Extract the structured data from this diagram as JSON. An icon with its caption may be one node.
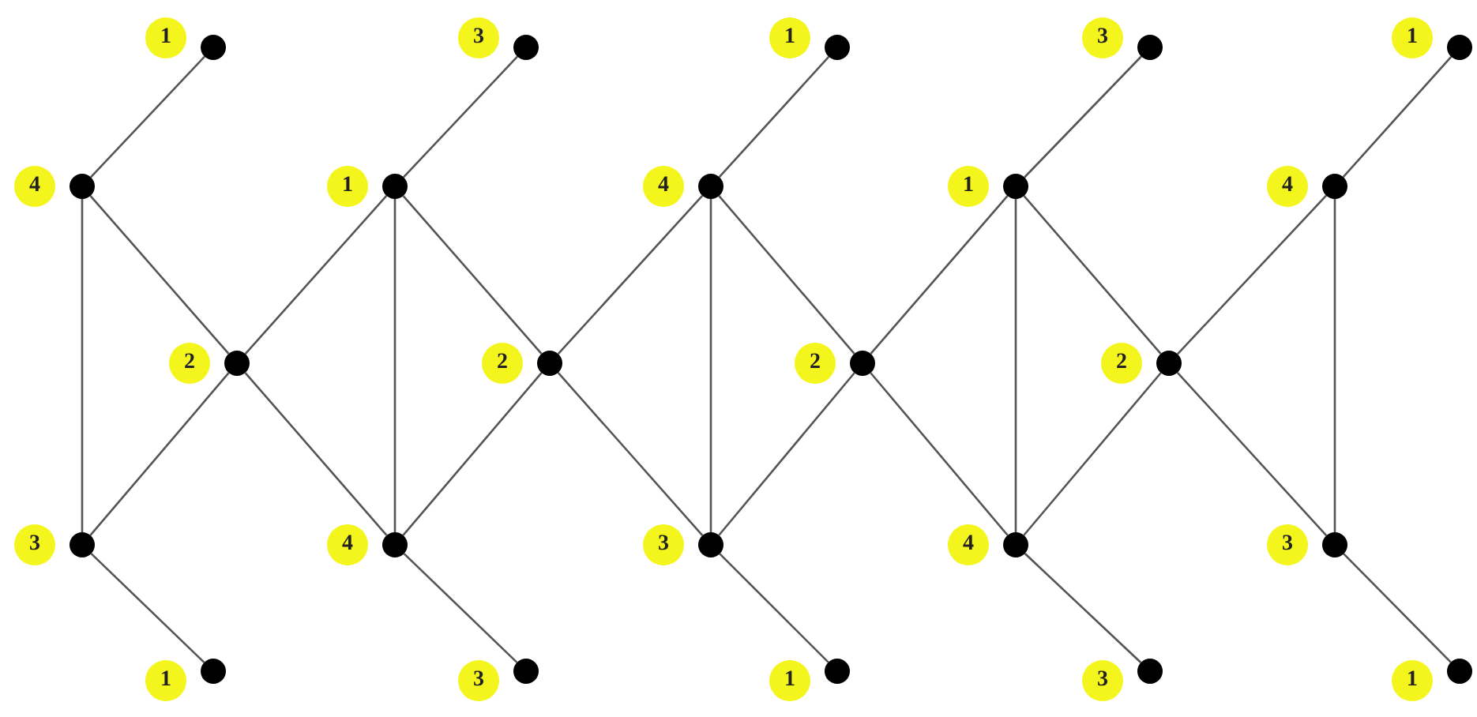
{
  "diagram": {
    "nodes": [
      {
        "text": [],
        "shape": "circle",
        "beside": [
          "1"
        ]
      },
      {
        "text": [],
        "shape": "circle",
        "beside": [
          "3"
        ]
      },
      {
        "text": [],
        "shape": "circle",
        "beside": [
          "1"
        ]
      },
      {
        "text": [],
        "shape": "circle",
        "beside": [
          "3"
        ]
      },
      {
        "text": [],
        "shape": "circle",
        "beside": [
          "1"
        ]
      },
      {
        "text": [],
        "shape": "circle",
        "beside": [
          "4"
        ]
      },
      {
        "text": [],
        "shape": "circle",
        "beside": [
          "1"
        ]
      },
      {
        "text": [],
        "shape": "circle",
        "beside": [
          "4"
        ]
      },
      {
        "text": [],
        "shape": "circle",
        "beside": [
          "1"
        ]
      },
      {
        "text": [],
        "shape": "circle",
        "beside": [
          "4"
        ]
      },
      {
        "text": [],
        "shape": "circle",
        "beside": [
          "2"
        ]
      },
      {
        "text": [],
        "shape": "circle",
        "beside": [
          "2"
        ]
      },
      {
        "text": [],
        "shape": "circle",
        "beside": [
          "2"
        ]
      },
      {
        "text": [],
        "shape": "circle",
        "beside": [
          "2"
        ]
      },
      {
        "text": [],
        "shape": "circle",
        "beside": [
          "3"
        ]
      },
      {
        "text": [],
        "shape": "circle",
        "beside": [
          "4"
        ]
      },
      {
        "text": [],
        "shape": "circle",
        "beside": [
          "3"
        ]
      },
      {
        "text": [],
        "shape": "circle",
        "beside": [
          "4"
        ]
      },
      {
        "text": [],
        "shape": "circle",
        "beside": [
          "3"
        ]
      },
      {
        "text": [],
        "shape": "circle",
        "beside": [
          "1"
        ]
      },
      {
        "text": [],
        "shape": "circle",
        "beside": [
          "3"
        ]
      },
      {
        "text": [],
        "shape": "circle",
        "beside": [
          "1"
        ]
      },
      {
        "text": [],
        "shape": "circle",
        "beside": [
          "3"
        ]
      },
      {
        "text": [],
        "shape": "circle",
        "beside": [
          "1"
        ]
      }
    ],
    "edges": [
      {
        "from": 5,
        "to": 0,
        "arrow": "none"
      },
      {
        "from": 6,
        "to": 1,
        "arrow": "none"
      },
      {
        "from": 7,
        "to": 2,
        "arrow": "none"
      },
      {
        "from": 8,
        "to": 3,
        "arrow": "none"
      },
      {
        "from": 9,
        "to": 4,
        "arrow": "none"
      },
      {
        "from": 5,
        "to": 14,
        "arrow": "none"
      },
      {
        "from": 6,
        "to": 15,
        "arrow": "none"
      },
      {
        "from": 7,
        "to": 16,
        "arrow": "none"
      },
      {
        "from": 8,
        "to": 17,
        "arrow": "none"
      },
      {
        "from": 9,
        "to": 18,
        "arrow": "none"
      },
      {
        "from": 5,
        "to": 10,
        "arrow": "none"
      },
      {
        "from": 10,
        "to": 15,
        "arrow": "none"
      },
      {
        "from": 14,
        "to": 10,
        "arrow": "none"
      },
      {
        "from": 10,
        "to": 6,
        "arrow": "none"
      },
      {
        "from": 6,
        "to": 11,
        "arrow": "none"
      },
      {
        "from": 11,
        "to": 16,
        "arrow": "none"
      },
      {
        "from": 15,
        "to": 11,
        "arrow": "none"
      },
      {
        "from": 11,
        "to": 7,
        "arrow": "none"
      },
      {
        "from": 7,
        "to": 12,
        "arrow": "none"
      },
      {
        "from": 12,
        "to": 17,
        "arrow": "none"
      },
      {
        "from": 16,
        "to": 12,
        "arrow": "none"
      },
      {
        "from": 12,
        "to": 8,
        "arrow": "none"
      },
      {
        "from": 8,
        "to": 13,
        "arrow": "none"
      },
      {
        "from": 13,
        "to": 18,
        "arrow": "none"
      },
      {
        "from": 17,
        "to": 13,
        "arrow": "none"
      },
      {
        "from": 13,
        "to": 9,
        "arrow": "none"
      },
      {
        "from": 14,
        "to": 19,
        "arrow": "none"
      },
      {
        "from": 15,
        "to": 20,
        "arrow": "none"
      },
      {
        "from": 16,
        "to": 21,
        "arrow": "none"
      },
      {
        "from": 17,
        "to": 22,
        "arrow": "none"
      },
      {
        "from": 18,
        "to": 23,
        "arrow": "none"
      }
    ]
  }
}
